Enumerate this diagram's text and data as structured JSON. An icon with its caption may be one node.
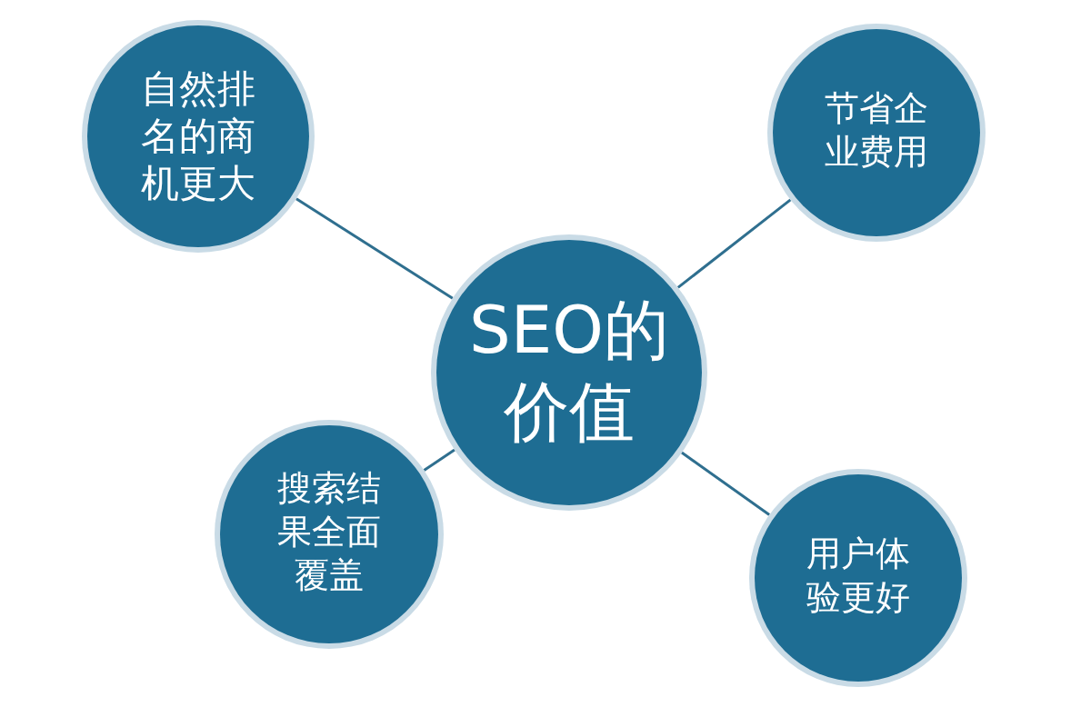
{
  "diagram": {
    "nodes": [
      {
        "text": [
          "自然排名的商机更大"
        ]
      },
      {
        "text": [
          "节省企业费用"
        ]
      },
      {
        "text": [
          "SEO的价值"
        ]
      },
      {
        "text": [
          "搜索结果全面覆盖"
        ]
      },
      {
        "text": [
          "用户体验更好"
        ]
      }
    ],
    "edges": [
      {
        "from": 2,
        "to": 0,
        "arrow": "none"
      },
      {
        "from": 2,
        "to": 1,
        "arrow": "none"
      },
      {
        "from": 2,
        "to": 3,
        "arrow": "none"
      },
      {
        "from": 2,
        "to": 4,
        "arrow": "none"
      }
    ]
  }
}
